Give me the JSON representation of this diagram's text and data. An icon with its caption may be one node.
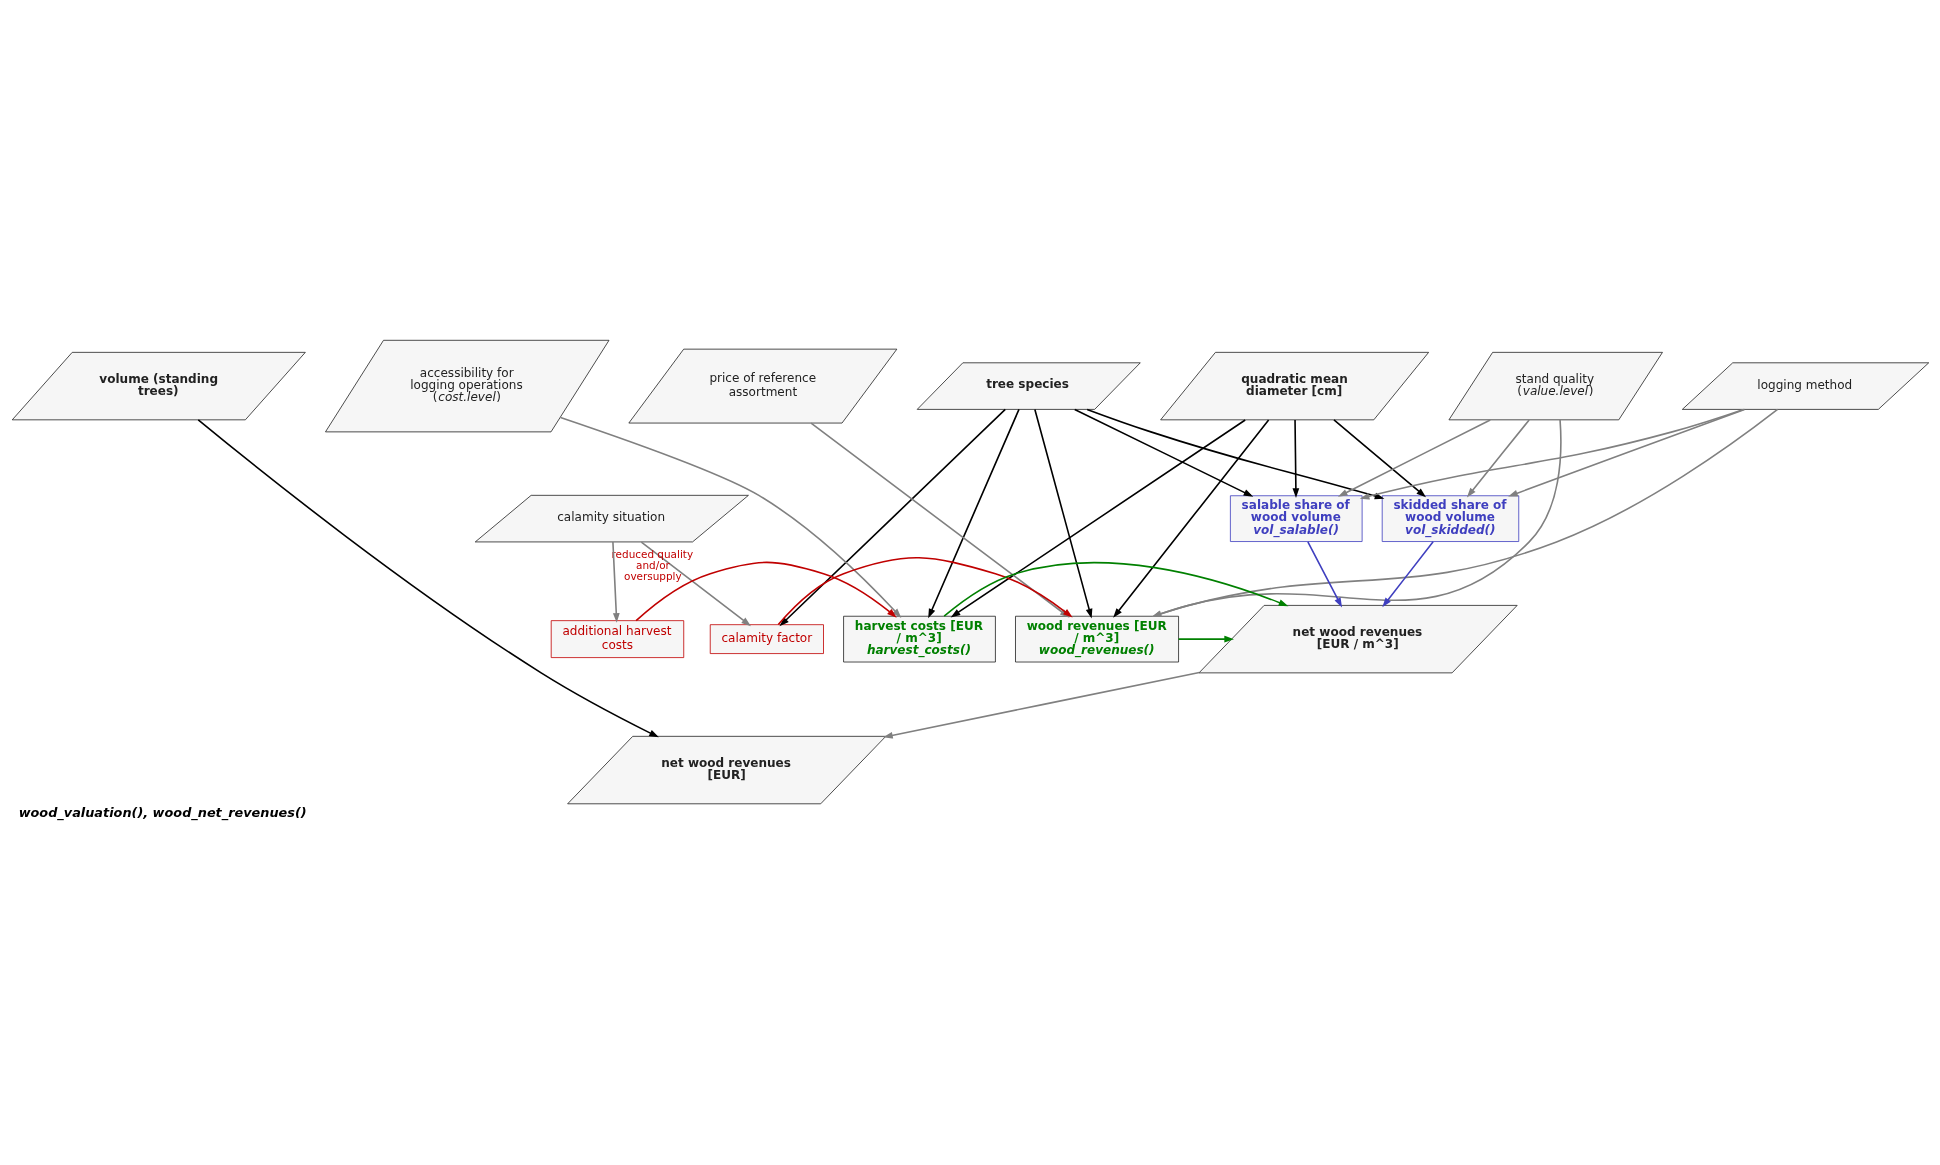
{
  "diagram": {
    "caption": "wood_valuation(), wood_net_revenues()",
    "nodes": [
      {
        "text": [
          "calamity situation"
        ]
      },
      {
        "text": [
          "tree species"
        ]
      },
      {
        "text": [
          "quadratic mean diameter [cm]"
        ]
      },
      {
        "text": [
          "volume (standing trees)"
        ]
      },
      {
        "text": [
          "price of reference assortment"
        ]
      },
      {
        "text": [
          "stand quality (*value.level*)"
        ]
      },
      {
        "text": [
          "logging method"
        ]
      },
      {
        "text": [
          "accessibility for logging operations (*cost.level*)"
        ]
      },
      {
        "text": [
          "salable share of wood volume",
          "vol_salable()"
        ]
      },
      {
        "text": [
          "skidded share of wood volume",
          "vol_skidded()"
        ]
      },
      {
        "text": [
          "calamity factor"
        ]
      },
      {
        "text": [
          "wood revenues [EUR / m^3]",
          "wood_revenues()"
        ]
      },
      {
        "text": [
          "net wood revenues [EUR / m^3]"
        ]
      },
      {
        "text": [
          "harvest costs [EUR / m^3]",
          "harvest_costs()"
        ]
      },
      {
        "text": [
          "additional harvest costs"
        ]
      },
      {
        "text": [
          "net wood revenues [EUR]"
        ]
      }
    ],
    "edges": [
      {
        "from": 0,
        "to": 10,
        "arrow": "to",
        "label": "reduced quality and/or oversupply"
      },
      {
        "from": 0,
        "to": 14,
        "arrow": "to"
      },
      {
        "from": 1,
        "to": 10,
        "arrow": "to",
        "color": "#000000"
      },
      {
        "from": 1,
        "to": 8,
        "arrow": "to",
        "color": "#000000"
      },
      {
        "from": 1,
        "to": 9,
        "arrow": "to",
        "color": "#000000"
      },
      {
        "from": 1,
        "to": 11,
        "arrow": "to",
        "color": "#000000"
      },
      {
        "from": 1,
        "to": 13,
        "arrow": "to",
        "color": "#000000"
      },
      {
        "from": 2,
        "to": 8,
        "arrow": "to",
        "color": "#000000"
      },
      {
        "from": 2,
        "to": 9,
        "arrow": "to",
        "color": "#000000"
      },
      {
        "from": 2,
        "to": 11,
        "arrow": "to",
        "color": "#000000"
      },
      {
        "from": 2,
        "to": 13,
        "arrow": "to",
        "color": "#000000"
      },
      {
        "from": 3,
        "to": 15,
        "arrow": "to",
        "color": "#000000"
      },
      {
        "from": 4,
        "to": 11,
        "arrow": "to"
      },
      {
        "from": 5,
        "to": 8,
        "arrow": "to"
      },
      {
        "from": 5,
        "to": 9,
        "arrow": "to"
      },
      {
        "from": 5,
        "to": 11,
        "arrow": "to"
      },
      {
        "from": 6,
        "to": 8,
        "arrow": "to"
      },
      {
        "from": 6,
        "to": 9,
        "arrow": "to"
      },
      {
        "from": 6,
        "to": 11,
        "arrow": "to"
      },
      {
        "from": 7,
        "to": 13,
        "arrow": "to"
      },
      {
        "from": 8,
        "to": 12,
        "arrow": "to",
        "color": "#3f3fbf"
      },
      {
        "from": 9,
        "to": 12,
        "arrow": "to",
        "color": "#3f3fbf"
      },
      {
        "from": 10,
        "to": 11,
        "arrow": "to",
        "color": "#c00000"
      },
      {
        "from": 11,
        "to": 12,
        "arrow": "to",
        "color": "#008000"
      },
      {
        "from": 13,
        "to": 12,
        "arrow": "to",
        "color": "#008000"
      },
      {
        "from": 14,
        "to": 13,
        "arrow": "to",
        "color": "#c00000"
      },
      {
        "from": 12,
        "to": 15,
        "arrow": "to"
      }
    ]
  }
}
